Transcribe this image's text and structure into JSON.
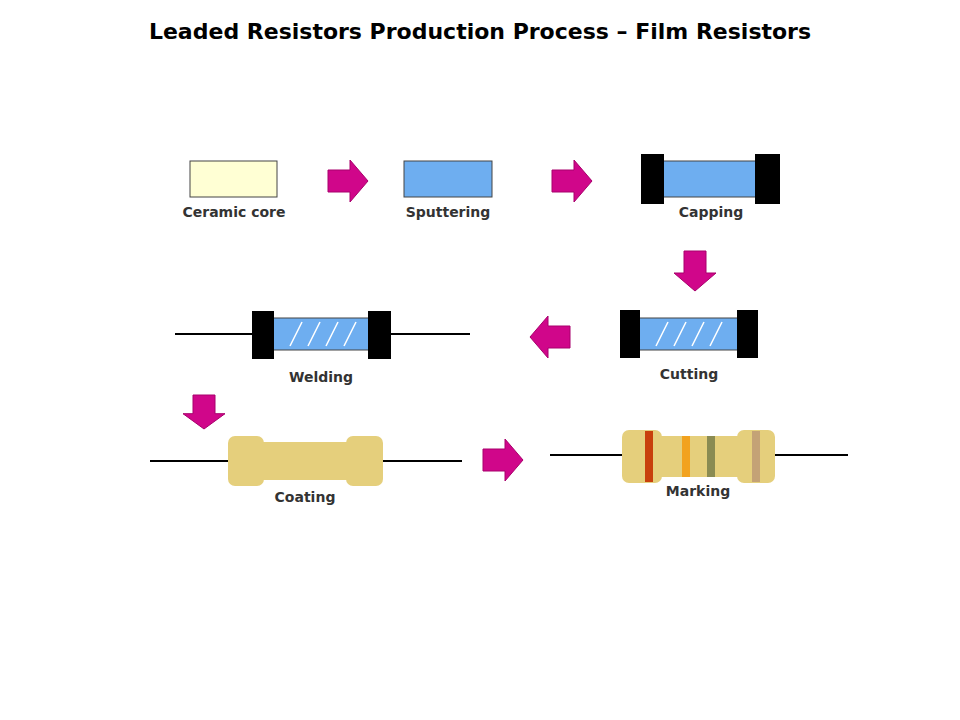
{
  "diagram": {
    "title": "Leaded Resistors Production Process – Film Resistors",
    "nodes": [
      {
        "text": [
          "Ceramic core"
        ]
      },
      {
        "text": [
          "Sputtering"
        ]
      },
      {
        "text": [
          "Capping"
        ]
      },
      {
        "text": [
          "Cutting"
        ]
      },
      {
        "text": [
          "Welding"
        ]
      },
      {
        "text": [
          "Coating"
        ]
      },
      {
        "text": [
          "Marking"
        ]
      }
    ],
    "edges": [
      {
        "from": 0,
        "to": 1,
        "arrow": "to"
      },
      {
        "from": 1,
        "to": 2,
        "arrow": "to"
      },
      {
        "from": 2,
        "to": 3,
        "arrow": "to"
      },
      {
        "from": 3,
        "to": 4,
        "arrow": "to"
      },
      {
        "from": 4,
        "to": 5,
        "arrow": "to"
      },
      {
        "from": 5,
        "to": 6,
        "arrow": "to"
      }
    ]
  }
}
